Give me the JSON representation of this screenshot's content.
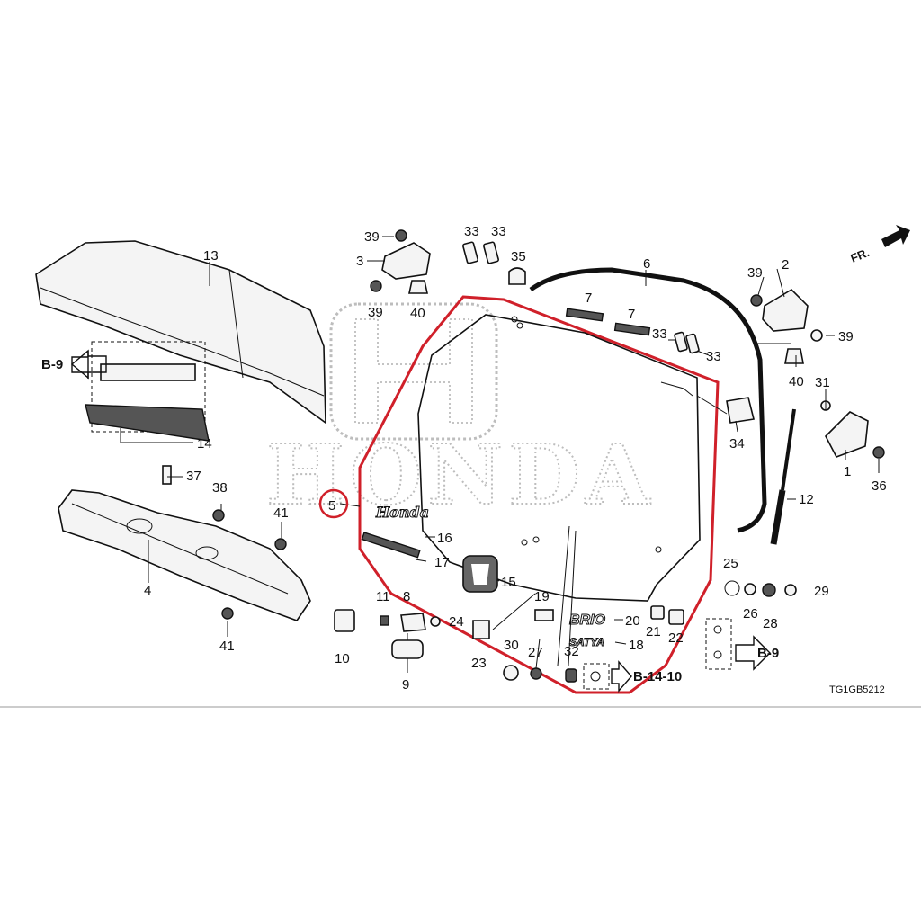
{
  "diagram": {
    "drawing_code": "TG1GB5212",
    "watermark_text": "HONDA",
    "direction_label": "FR.",
    "refs": {
      "b9_left": "B-9",
      "b9_right": "B-9",
      "b14": "B-14-10"
    },
    "callouts": [
      "1",
      "2",
      "3",
      "4",
      "5",
      "6",
      "7",
      "7",
      "8",
      "9",
      "10",
      "11",
      "12",
      "13",
      "14",
      "15",
      "16",
      "17",
      "18",
      "19",
      "20",
      "21",
      "22",
      "23",
      "24",
      "25",
      "26",
      "27",
      "28",
      "29",
      "30",
      "31",
      "32",
      "33",
      "33",
      "33",
      "33",
      "34",
      "35",
      "36",
      "37",
      "38",
      "39",
      "39",
      "39",
      "40",
      "40",
      "41",
      "41"
    ],
    "highlight_color": "#d0202a"
  }
}
